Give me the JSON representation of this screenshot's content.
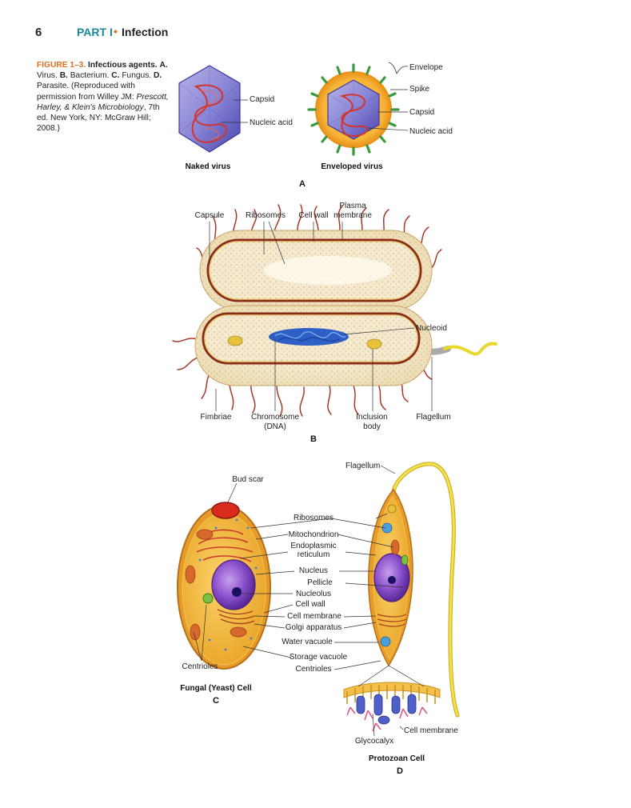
{
  "header": {
    "page_number": "6",
    "part": "PART I",
    "separator": "•",
    "section": "Infection"
  },
  "caption": {
    "figure_label": "FIGURE 1–3.",
    "title": "Infectious agents.",
    "a_letter": "A.",
    "a_text": "Virus.",
    "b_letter": "B.",
    "b_text": "Bacterium.",
    "c_letter": "C.",
    "c_text": "Fungus.",
    "d_letter": "D.",
    "d_text": "Parasite.",
    "repro_start": "(Reproduced with permission from Willey JM: ",
    "repro_italic": "Prescott, Harley, & Klein's Microbiology",
    "repro_end": ", 7th ed. New York, NY: McGraw Hill; 2008.)"
  },
  "panel_a": {
    "naked_labels": {
      "capsid": "Capsid",
      "nucleic_acid": "Nucleic acid"
    },
    "naked_title": "Naked virus",
    "enveloped_labels": {
      "envelope": "Envelope",
      "spike": "Spike",
      "capsid": "Capsid",
      "nucleic_acid": "Nucleic acid"
    },
    "enveloped_title": "Enveloped virus",
    "letter": "A"
  },
  "panel_b": {
    "top_labels": {
      "capsule": "Capsule",
      "ribosomes": "Ribosomes",
      "cell_wall": "Cell wall",
      "plasma_1": "Plasma",
      "plasma_2": "membrane"
    },
    "nucleoid": "Nucleoid",
    "bottom_labels": {
      "fimbriae": "Fimbriae",
      "chromosome_1": "Chromosome",
      "chromosome_2": "(DNA)",
      "inclusion_1": "Inclusion",
      "inclusion_2": "body",
      "flagellum": "Flagellum"
    },
    "letter": "B"
  },
  "panel_cd": {
    "bud_scar": "Bud scar",
    "flagellum": "Flagellum",
    "center_labels": {
      "ribosomes": "Ribosomes",
      "mitochondrion": "Mitochondrion",
      "er_1": "Endoplasmic",
      "er_2": "reticulum",
      "nucleus": "Nucleus",
      "pellicle": "Pellicle",
      "nucleolus": "Nucleolus",
      "cell_wall": "Cell wall",
      "cell_membrane": "Cell membrane",
      "golgi": "Golgi apparatus",
      "water_vacuole": "Water vacuole",
      "storage_vacuole": "Storage vacuole",
      "centrioles": "Centrioles"
    },
    "centrioles_left": "Centrioles",
    "fungal_title": "Fungal (Yeast) Cell",
    "letter_c": "C",
    "cell_membrane_d": "Cell membrane",
    "glycocalyx": "Glycocalyx",
    "protozoan_title": "Protozoan Cell",
    "letter_d": "D"
  }
}
